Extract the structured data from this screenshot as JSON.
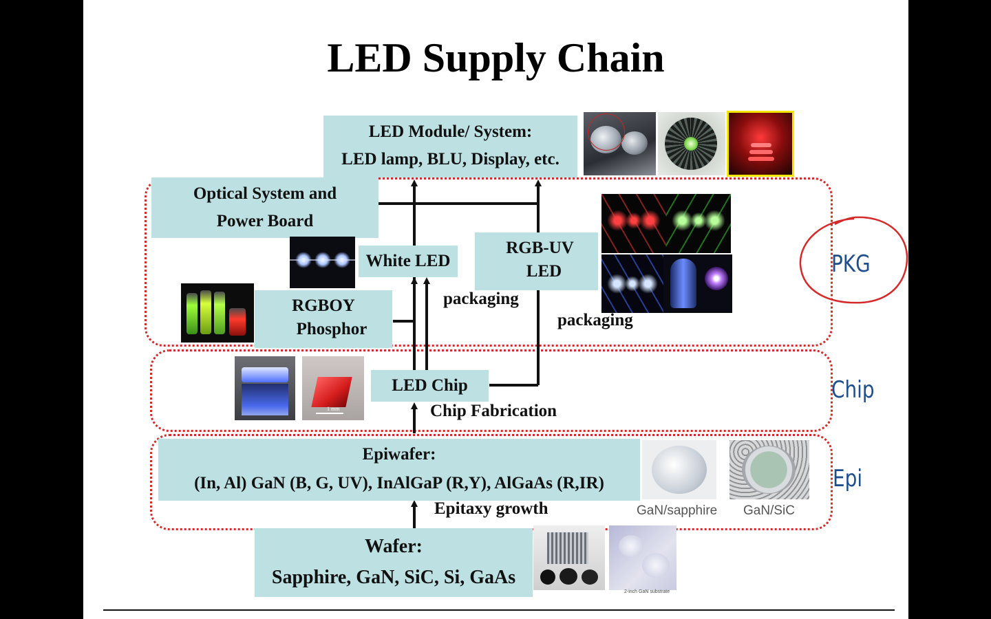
{
  "title": "LED Supply Chain",
  "boxes": {
    "module_line1": "LED Module/ System:",
    "module_line2": "LED lamp, BLU, Display, etc.",
    "optical_line1": "Optical System and",
    "optical_line2": "Power Board",
    "white_led": "White LED",
    "rgbuv_line1": "RGB-UV",
    "rgbuv_line2": "LED",
    "rgboy_line1": "RGBOY",
    "rgboy_line2": "Phosphor",
    "chip": "LED Chip",
    "epi_line1": "Epiwafer:",
    "epi_line2": "(In, Al) GaN (B, G, UV), InAlGaP (R,Y), AlGaAs (R,IR)",
    "wafer_line1": "Wafer:",
    "wafer_line2": "Sapphire,  GaN,  SiC,  Si,  GaAs"
  },
  "process_labels": {
    "packaging_left": "packaging",
    "packaging_right": "packaging",
    "chip_fab": "Chip Fabrication",
    "epitaxy": "Epitaxy growth"
  },
  "zones": {
    "pkg": "PKG",
    "chip": "Chip",
    "epi": "Epi"
  },
  "image_captions": {
    "gan_sapphire": "GaN/sapphire",
    "gan_sic": "GaN/SiC",
    "scale_bar": "1 mm",
    "substrate": "2-inch GaN substrate"
  },
  "colors": {
    "box_fill": "#bde0e3",
    "zone_border": "#d42a2a",
    "zone_label": "#1f4e8c",
    "annotation_circle": "#d42a2a"
  }
}
